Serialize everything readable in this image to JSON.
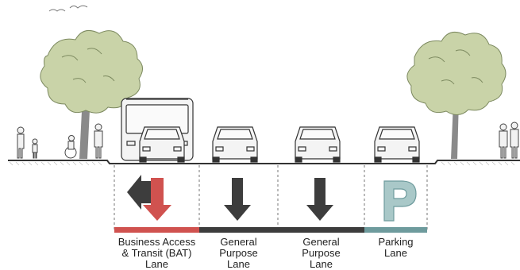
{
  "lanes": [
    {
      "label": "Business Access\n& Transit (BAT)\nLane",
      "color": "#d0524f",
      "icon": "bat-turn-arrow-icon"
    },
    {
      "label": "General\nPurpose\nLane",
      "color": "#3d3d3d",
      "icon": "down-arrow-icon"
    },
    {
      "label": "General\nPurpose\nLane",
      "color": "#3d3d3d",
      "icon": "down-arrow-icon"
    },
    {
      "label": "Parking\nLane",
      "color": "#6e9b9d",
      "icon": "parking-p-icon"
    }
  ],
  "colors": {
    "ground": "#333333",
    "tree_foliage": "#c9d3a8",
    "tree_outline": "#7d8a60",
    "vehicle": "#f4f4f4",
    "vehicle_outline": "#333333",
    "bat_red": "#d0524f",
    "general_gray": "#3d3d3d",
    "parking_teal": "#6e9b9d",
    "parking_p": "#a9c8c8"
  }
}
